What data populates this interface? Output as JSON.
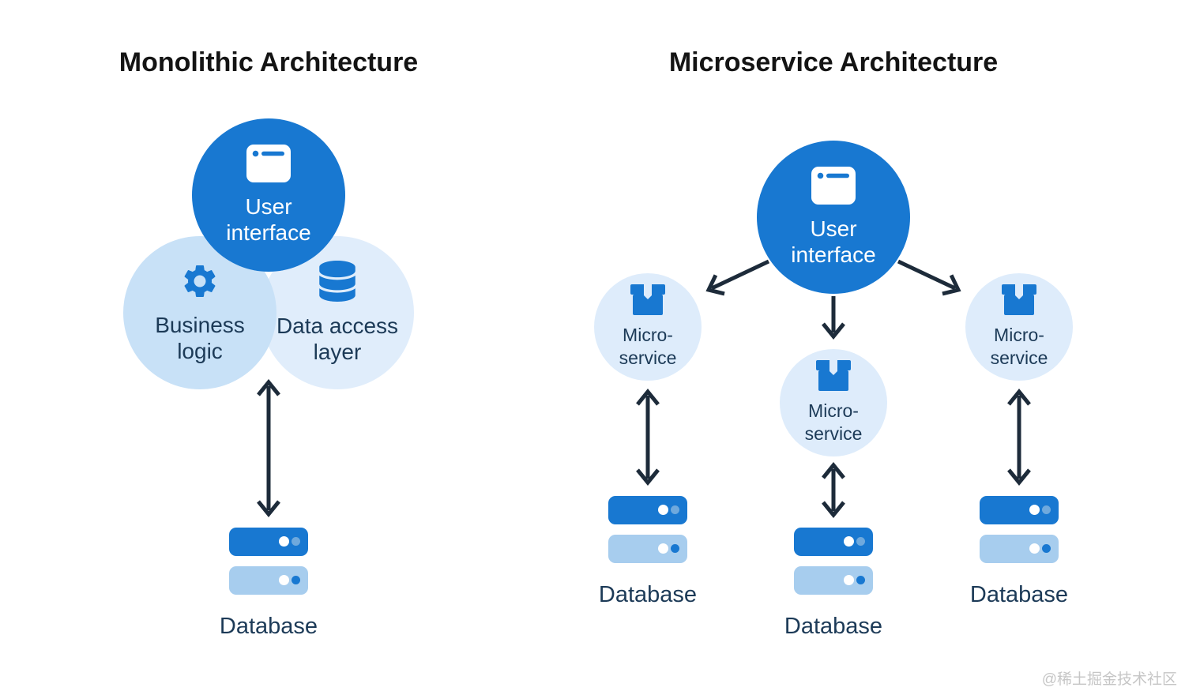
{
  "monolith": {
    "title": "Monolithic Architecture",
    "user_interface_label": "User\ninterface",
    "business_logic_label": "Business\nlogic",
    "data_access_label": "Data access\nlayer",
    "database_label": "Database"
  },
  "microservice": {
    "title": "Microservice Architecture",
    "user_interface_label": "User\ninterface",
    "services": [
      {
        "label": "Micro-\nservice",
        "database_label": "Database"
      },
      {
        "label": "Micro-\nservice",
        "database_label": "Database"
      },
      {
        "label": "Micro-\nservice",
        "database_label": "Database"
      }
    ]
  },
  "watermark": "@稀土掘金技术社区",
  "icons": {
    "user_interface": "browser-window-icon",
    "business_logic": "gear-icon",
    "data_access": "database-cylinder-icon",
    "microservice": "package-icon",
    "database": "server-stack-icon"
  },
  "colors": {
    "primary_blue": "#1878d1",
    "business_circle": "#c8e1f7",
    "data_access_circle": "#e0edfb",
    "microservice_circle": "#deecfb",
    "db_rect_light": "#a7cdee",
    "dot_light_blue": "#6fa9dd",
    "arrow_dark": "#1d2b3a",
    "text_navy": "#1c3a57",
    "title_dark": "#141414",
    "watermark_gray": "#c6c6c6"
  }
}
